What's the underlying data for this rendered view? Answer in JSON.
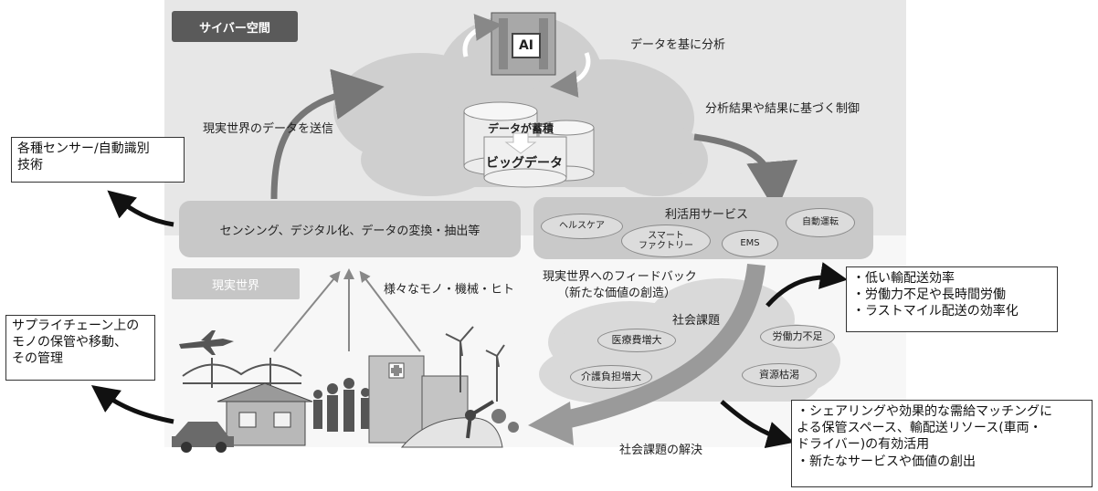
{
  "cyber": {
    "title": "サイバー空間",
    "analysis_caption": "データを基に分析",
    "send_caption": "現実世界のデータを送信",
    "control_caption": "分析結果や結果に基づく制御",
    "ai_label": "AI",
    "storage_label": "データが蓄積",
    "bigdata_label": "ビッグデータ"
  },
  "sensing_band": "センシング、デジタル化、データの変換・抽出等",
  "services": {
    "title": "利活用サービス",
    "items": [
      "ヘルスケア",
      "スマート\nファクトリー",
      "EMS",
      "自動運転"
    ]
  },
  "real": {
    "title": "現実世界",
    "things_caption": "様々なモノ・機械・ヒト",
    "feedback_line1": "現実世界へのフィードバック",
    "feedback_line2": "（新たな価値の創造）"
  },
  "social": {
    "title": "社会課題",
    "issues": [
      "医療費増大",
      "労働力不足",
      "介護負担増大",
      "資源枯渇"
    ],
    "solution_caption": "社会課題の解決"
  },
  "callouts": {
    "sensors": [
      "各種センサー/自動識別",
      "技術"
    ],
    "supply_chain": [
      "サプライチェーン上の",
      "モノの保管や移動、",
      "その管理"
    ],
    "problems": [
      "・低い輸配送効率",
      "・労働力不足や長時間労働",
      "・ラストマイル配送の効率化"
    ],
    "solutions": [
      "・シェアリングや効果的な需給マッチングに",
      "よる保管スペース、輸配送リソース(車両・",
      "ドライバー)の有効活用",
      "・新たなサービスや価値の創出"
    ]
  }
}
